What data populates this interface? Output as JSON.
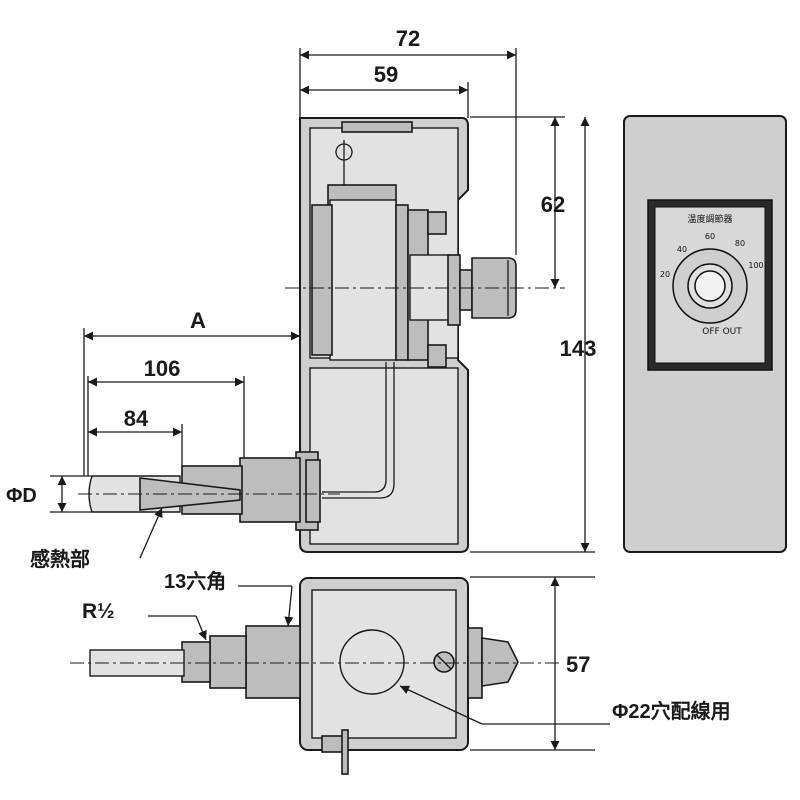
{
  "dimensions": {
    "width_72": "72",
    "width_59": "59",
    "height_62": "62",
    "height_143": "143",
    "length_a": "A",
    "length_106": "106",
    "length_84": "84",
    "diameter_d": "ΦD",
    "height_57": "57"
  },
  "labels": {
    "sensing_part": "感熱部",
    "hex_13": "13六角",
    "thread_r_half": "R½",
    "wiring_hole": "Φ22穴配線用"
  },
  "dial": {
    "title": "温度調節器",
    "scale": [
      "20",
      "40",
      "60",
      "80",
      "100"
    ],
    "off_out": "OFF OUT"
  }
}
